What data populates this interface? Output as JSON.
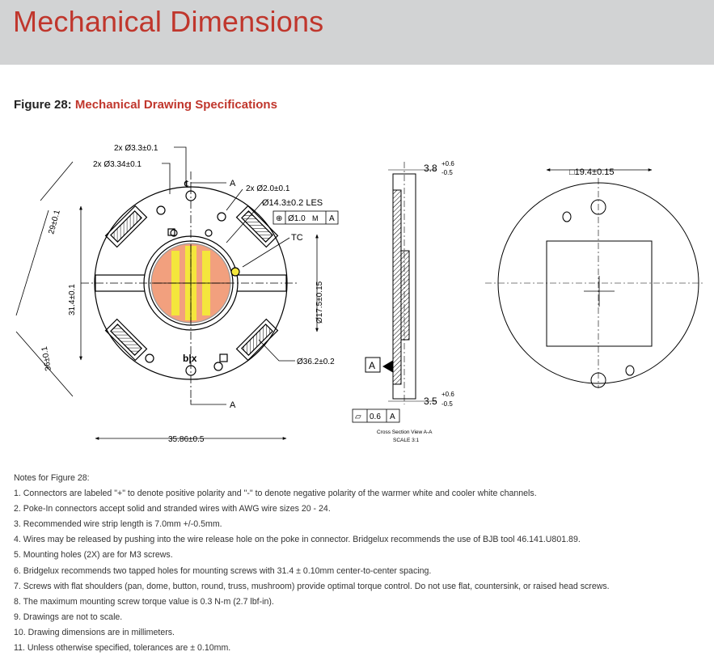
{
  "header": {
    "title": "Mechanical Dimensions"
  },
  "figure": {
    "number_label": "Figure 28:",
    "title": "Mechanical Drawing Specifications",
    "front_view": {
      "dim_screw_hole": "2x Ø3.3±0.1",
      "dim_screw_hole_2": "2x Ø3.34±0.1",
      "dim_pin_hole": "2x Ø2.0±0.1",
      "dim_les": "Ø14.3±0.2 LES",
      "tolerance_frame": [
        "⊕",
        "Ø1.0",
        "M",
        "A"
      ],
      "label_tc": "TC",
      "dim_angle_29": "29±0.1",
      "dim_31_4": "31.4±0.1",
      "dim_36": "36±0.1",
      "dim_17_5": "Ø17.5±0.15",
      "dim_36_2": "Ø36.2±0.2",
      "dim_width": "35.86±0.5",
      "section_mark": "A",
      "centerline": "℄",
      "logo": "b|x"
    },
    "side_view": {
      "dim_top": "3.8",
      "dim_top_tol_plus": "+0.6",
      "dim_top_tol_minus": "-0.5",
      "dim_bottom": "3.5",
      "dim_bottom_tol_plus": "+0.6",
      "dim_bottom_tol_minus": "-0.5",
      "datum": "A",
      "flatness": [
        "⏥",
        "0.6",
        "A"
      ],
      "caption_1": "Cross Section View A-A",
      "caption_2": "SCALE 3:1"
    },
    "back_view": {
      "dim_square": "□19.4±0.15"
    }
  },
  "notes": {
    "heading": "Notes for Figure 28:",
    "items": [
      "1.  Connectors are labeled \"+\" to denote positive polarity and \"-\" to denote negative polarity of the warmer white and cooler white channels.",
      "2.  Poke-In connectors accept solid and stranded wires with AWG wire sizes  20 - 24.",
      "3.  Recommended wire strip length is 7.0mm +/-0.5mm.",
      "4.  Wires may be released by pushing into the wire release hole on the poke in connector. Bridgelux recommends the use of BJB tool 46.141.U801.89.",
      "5.  Mounting holes (2X) are for M3 screws.",
      "6.  Bridgelux recommends two tapped holes for mounting screws with 31.4 ± 0.10mm center-to-center spacing.",
      "7.  Screws with flat shoulders (pan, dome, button, round, truss, mushroom) provide optimal torque control. Do not use flat, countersink, or raised head screws.",
      "8.  The maximum mounting screw torque value is 0.3 N-m (2.7 lbf-in).",
      "9.  Drawings are not to scale.",
      "10. Drawing dimensions are in millimeters.",
      "11. Unless otherwise specified, tolerances are ± 0.10mm."
    ]
  },
  "colors": {
    "accent": "#c0362c",
    "header_bg": "#d2d3d4",
    "led_warm": "#f2a07e",
    "led_cool": "#f4e63c"
  }
}
